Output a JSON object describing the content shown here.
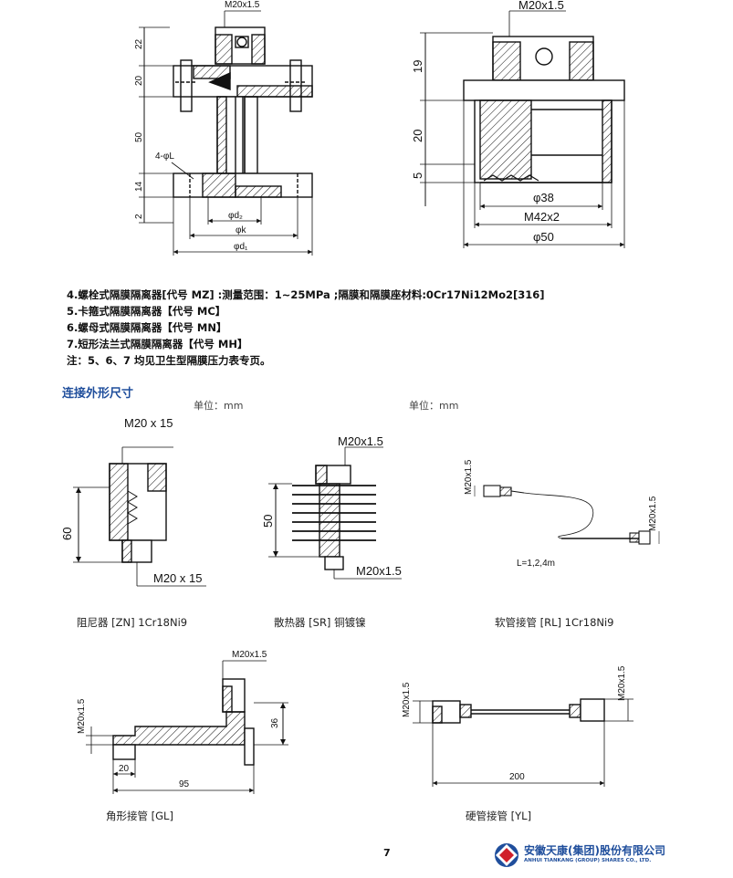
{
  "drawings": {
    "mz": {
      "top_thread": "M20x1.5",
      "dims": [
        "22",
        "20",
        "50",
        "14",
        "2"
      ],
      "hole_label": "4-φL",
      "diameters": [
        "φd₂",
        "φk",
        "φd₁"
      ]
    },
    "mc": {
      "top_thread": "M20x1.5",
      "dims": [
        "19",
        "20",
        "5"
      ],
      "bottom": [
        "φ38",
        "M42x2",
        "φ50"
      ]
    },
    "zn": {
      "top_thread": "M20 x 15",
      "height": "60",
      "bottom_thread": "M20 x 15"
    },
    "sr": {
      "top_thread": "M20x1.5",
      "height": "50",
      "bottom_thread": "M20x1.5"
    },
    "rl": {
      "left_thread": "M20x1.5",
      "right_thread": "M20x1.5",
      "length": "L=1,2,4m"
    },
    "gl": {
      "top_thread": "M20x1.5",
      "left_thread": "M20x1.5",
      "height": "36",
      "short": "20",
      "length": "95"
    },
    "yl": {
      "left_thread": "M20x1.5",
      "right_thread": "M20x1.5",
      "length": "200"
    }
  },
  "notes": [
    "4.螺栓式隔膜隔离器[代号 MZ] :测量范围：1~25MPa ;隔膜和隔膜座材料:0Cr17Ni12Mo2[316]",
    "5.卡箍式隔膜隔离器【代号 MC】",
    "6.螺母式隔膜隔离器【代号 MN】",
    "7.短形法兰式隔膜隔离器【代号 MH】",
    "注：5、6、7 均见卫生型隔膜压力表专页。"
  ],
  "section_title": "连接外形尺寸",
  "units": [
    "单位：mm",
    "单位：mm"
  ],
  "captions": {
    "zn": "阻尼器 [ZN] 1Cr18Ni9",
    "sr": "散热器 [SR] 铜镀镍",
    "rl": "软管接管 [RL] 1Cr18Ni9",
    "gl": "角形接管 [GL]",
    "yl": "硬管接管 [YL]"
  },
  "page_number": "7",
  "company": {
    "name_cn": "安徽天康(集团)股份有限公司",
    "name_en": "ANHUI TIANKANG (GROUP) SHARES CO., LTD."
  },
  "colors": {
    "title_blue": "#1f4e9c",
    "logo_red": "#d0202a"
  }
}
